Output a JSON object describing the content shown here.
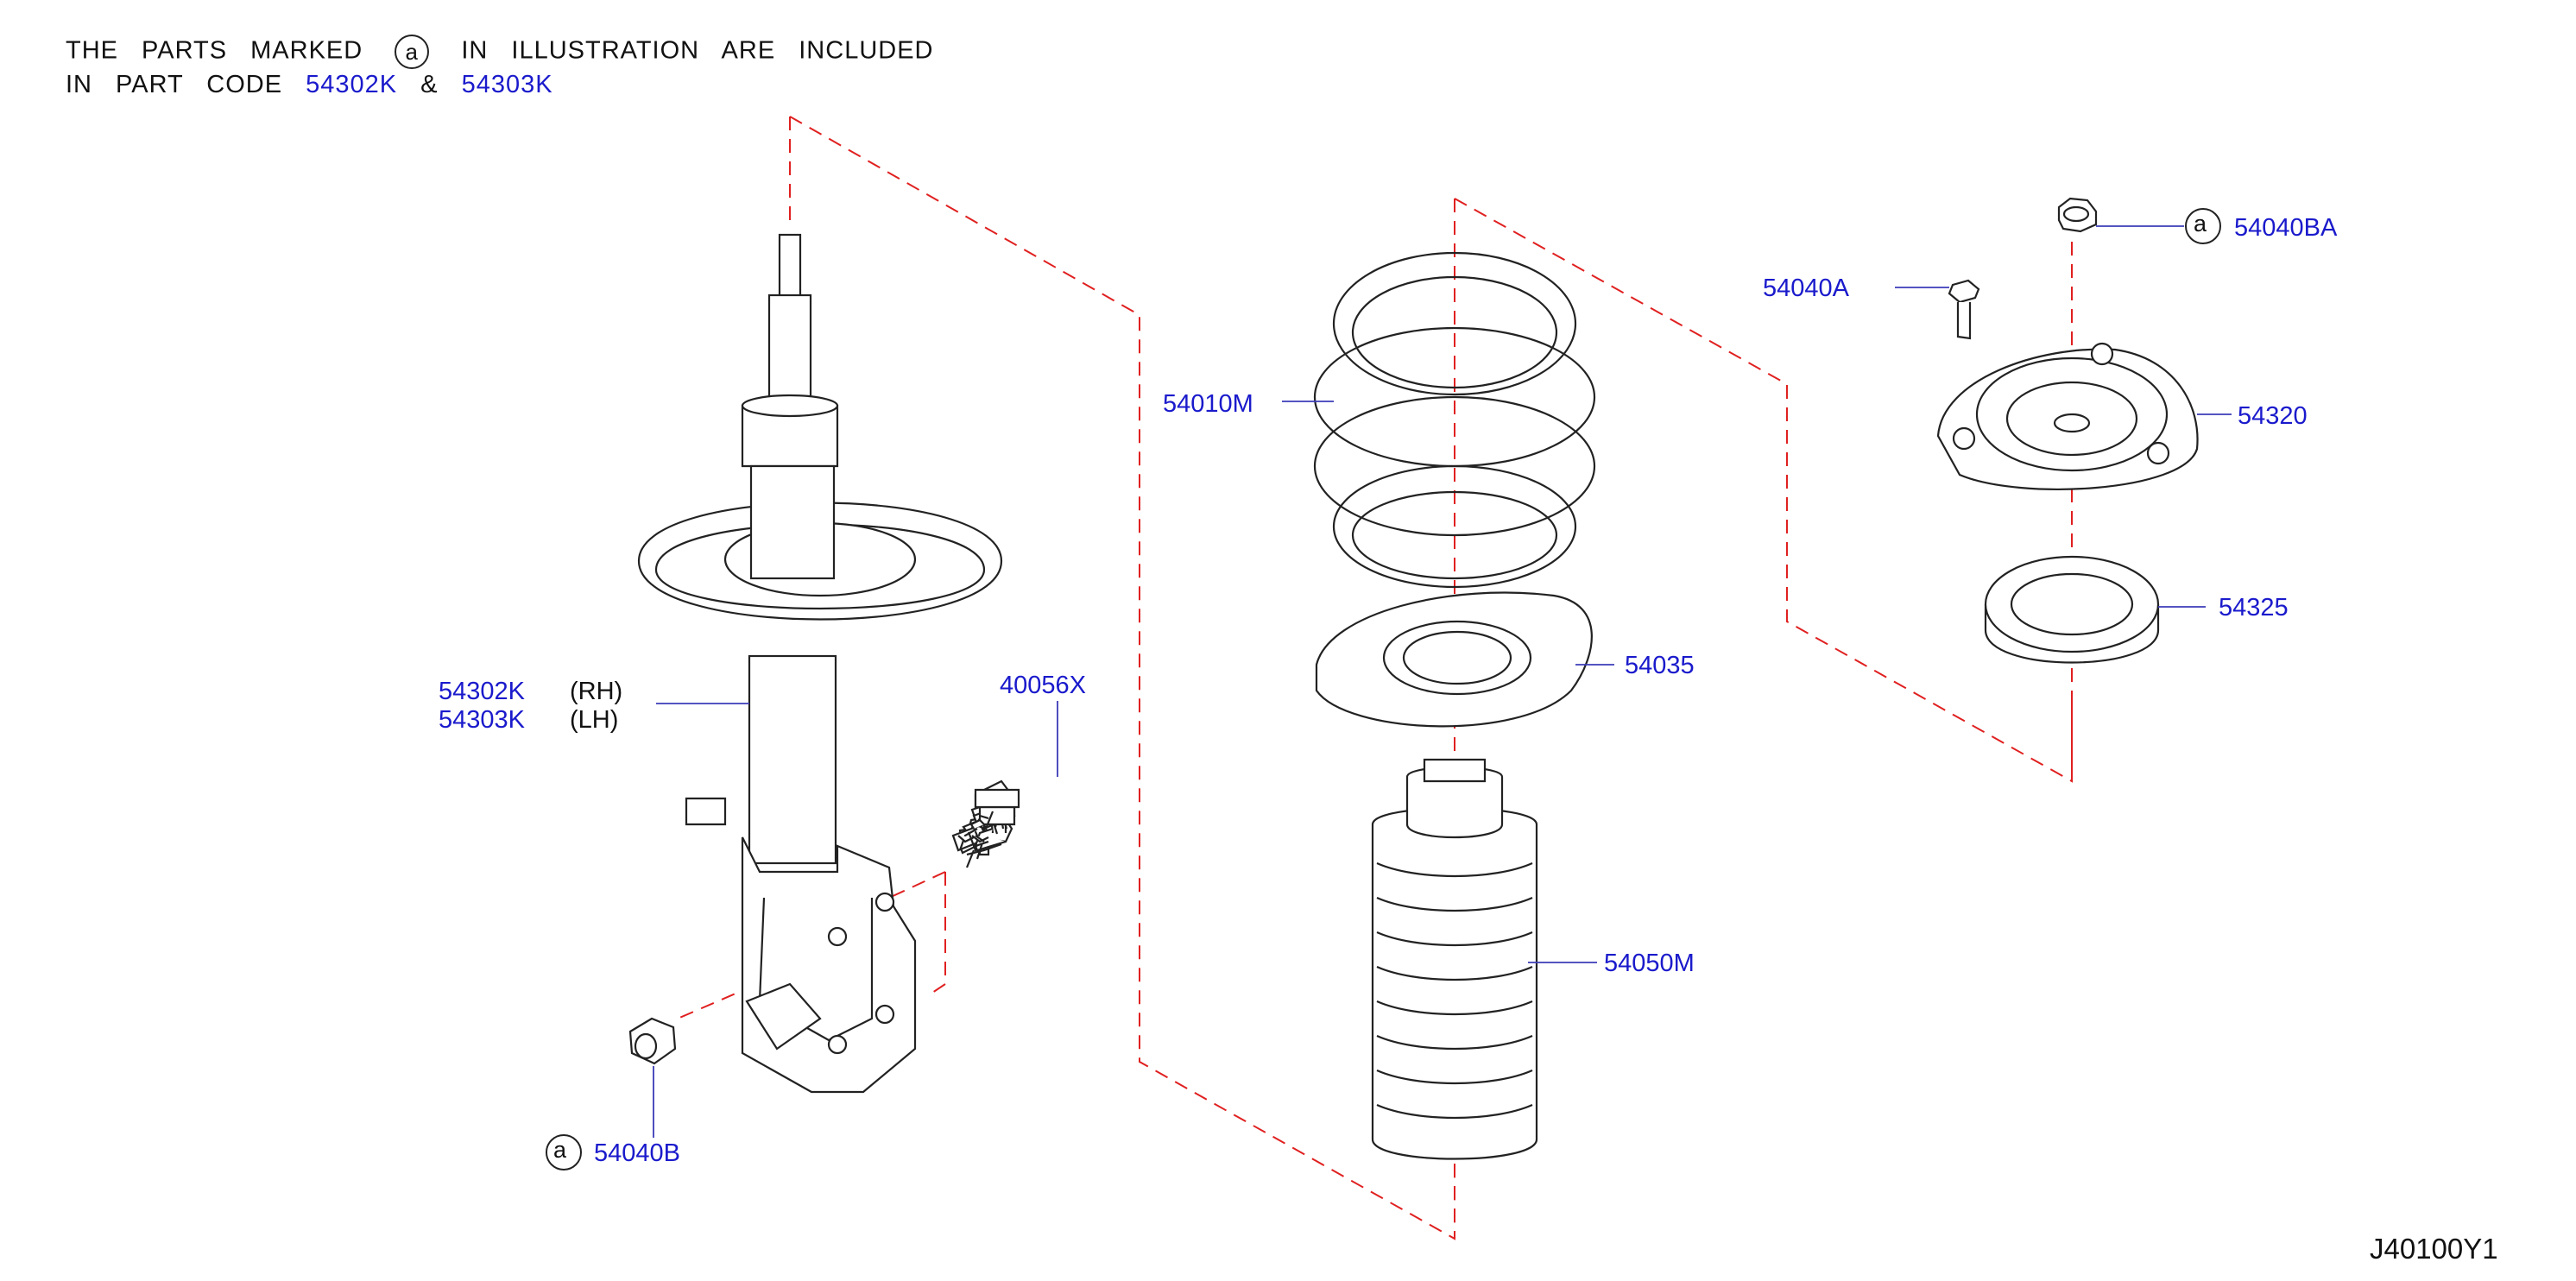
{
  "note": {
    "line1_pre": "THE PARTS MARKED",
    "marker": "a",
    "line1_post": "IN ILLUSTRATION ARE INCLUDED",
    "line2_pre": "IN PART CODE",
    "code1": "54302K",
    "amp": "&",
    "code2": "54303K"
  },
  "parts": {
    "strut_rh": "54302K",
    "strut_rh_side": "(RH)",
    "strut_lh": "54303K",
    "strut_lh_side": "(LH)",
    "bolt": "40056X",
    "nut_lower": "54040B",
    "spring": "54010M",
    "seat": "54035",
    "bumper": "54050M",
    "mount_bolt": "54040A",
    "mount_nut": "54040BA",
    "mount": "54320",
    "bearing": "54325"
  },
  "diagram_code": "J40100Y1",
  "colors": {
    "label": "#1a1acc",
    "line": "#222222",
    "dash": "#e02020"
  }
}
